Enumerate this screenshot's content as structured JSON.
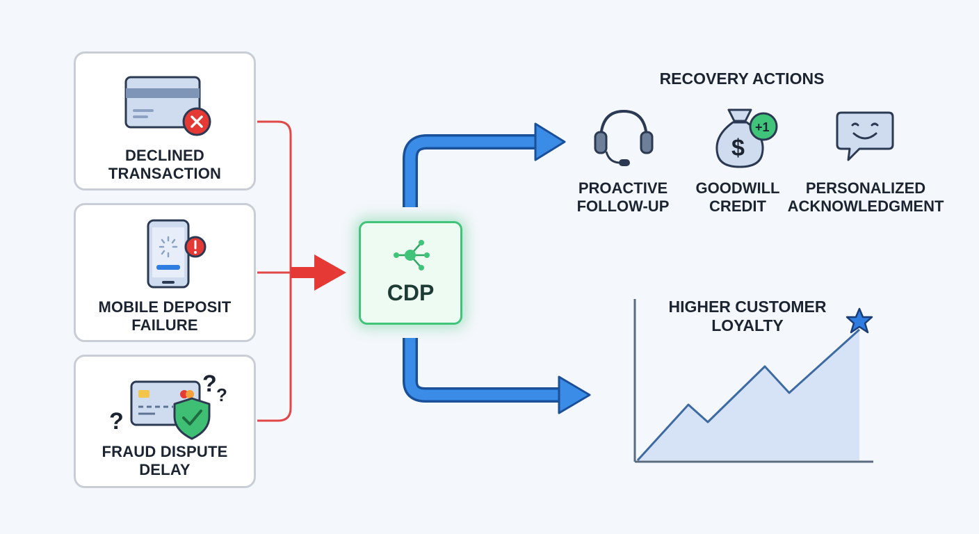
{
  "sources": [
    {
      "line1": "DECLINED",
      "line2": "TRANSACTION",
      "icon": "declined-card-icon"
    },
    {
      "line1": "MOBILE DEPOSIT",
      "line2": "FAILURE",
      "icon": "mobile-deposit-icon"
    },
    {
      "line1": "FRAUD DISPUTE",
      "line2": "DELAY",
      "icon": "fraud-shield-icon"
    }
  ],
  "hub": {
    "label": "CDP",
    "icon": "network-hub-icon"
  },
  "recovery": {
    "title": "RECOVERY ACTIONS",
    "actions": [
      {
        "line1": "PROACTIVE",
        "line2": "FOLLOW-UP",
        "icon": "headset-icon"
      },
      {
        "line1": "GOODWILL",
        "line2": "CREDIT",
        "icon": "money-bag-icon",
        "badge": "+1"
      },
      {
        "line1": "PERSONALIZED",
        "line2": "ACKNOWLEDGMENT",
        "icon": "smile-chat-icon"
      }
    ]
  },
  "outcome": {
    "line1": "HIGHER CUSTOMER",
    "line2": "LOYALTY",
    "icon": "star-icon"
  },
  "colors": {
    "input_arrow": "#e53935",
    "output_arrow": "#2f7de1",
    "hub_border": "#3fc47a",
    "chart_fill": "#d6e2f5",
    "chart_line": "#3d6aa3"
  }
}
